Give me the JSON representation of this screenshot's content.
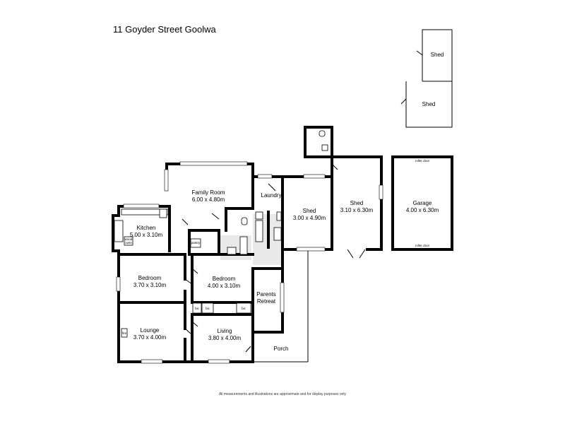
{
  "title": "11 Goyder Street Goolwa",
  "disclaimer": "All measurements and illustrations are approximate and for display purposes only",
  "rooms": {
    "shed_top": {
      "name": "Shed"
    },
    "shed_mid": {
      "name": "Shed"
    },
    "family_room": {
      "name": "Family Room",
      "size": "6.00 x 4.80m"
    },
    "laundry": {
      "name": "Laundry"
    },
    "shed_small": {
      "name": "Shed",
      "size": "3.00 x 4.90m"
    },
    "shed_large": {
      "name": "Shed",
      "size": "3.10 x 6.30m"
    },
    "garage": {
      "name": "Garage",
      "size": "4.00 x 6.30m"
    },
    "kitchen": {
      "name": "Kitchen",
      "size": "5.00 x 3.10m"
    },
    "bedroom_1": {
      "name": "Bedroom",
      "size": "3.70 x 3.10m"
    },
    "bedroom_2": {
      "name": "Bedroom",
      "size": "4.00 x 3.10m"
    },
    "parents_retreat": {
      "name": "Parents",
      "name2": "Retreat"
    },
    "lounge": {
      "name": "Lounge",
      "size": "3.70 x 4.00m"
    },
    "living": {
      "name": "Living",
      "size": "3.80 x 4.00m"
    },
    "porch": {
      "name": "Porch"
    }
  },
  "fixtures": {
    "roller_door_top": "roller door",
    "roller_door_bottom": "roller door",
    "pantry": "pantry",
    "wood_oven_1": "wood",
    "wood_oven_2": "oven",
    "bic_1": "bic",
    "bic_2": "bic",
    "bic_3": "bic",
    "fire": "fire"
  }
}
